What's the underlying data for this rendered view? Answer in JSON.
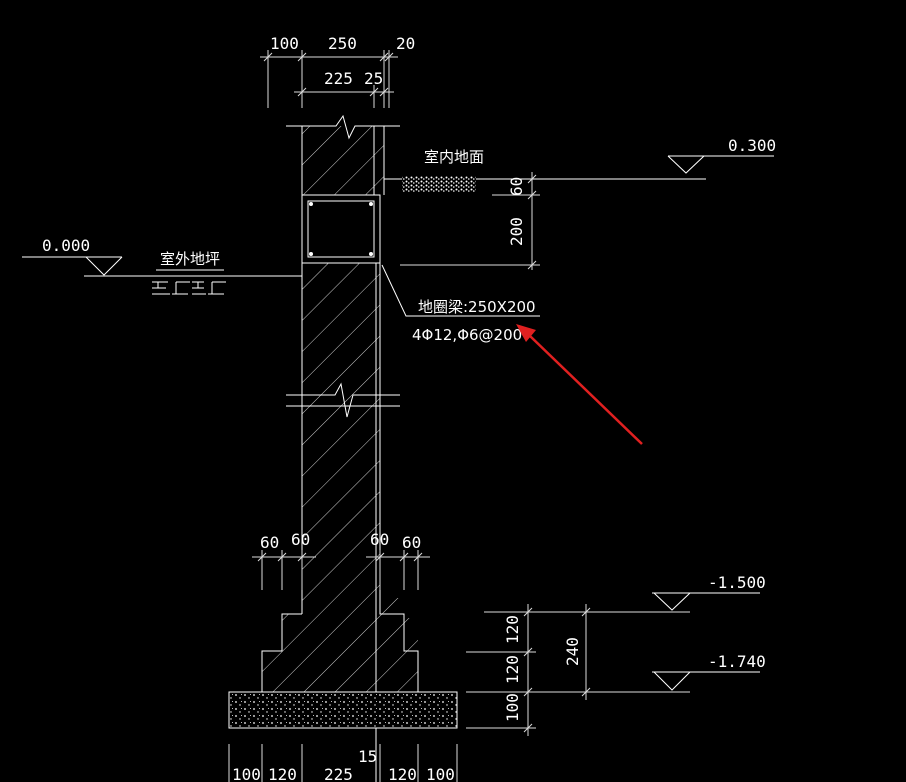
{
  "drawing": {
    "dims_top": [
      "100",
      "250",
      "20",
      "225",
      "25"
    ],
    "labels": {
      "indoor_floor": "室内地面",
      "outdoor_floor": "室外地坪",
      "beam_title": "地圈梁:250X200",
      "beam_rebar": "4Φ12,Φ6@200"
    },
    "elevations": {
      "indoor": "0.300",
      "outdoor": "0.000",
      "footing_top": "-1.500",
      "footing_mid": "-1.740"
    },
    "dims_beam": [
      "60",
      "200"
    ],
    "dims_step": [
      "60",
      "60",
      "60",
      "60"
    ],
    "dims_right": [
      "120",
      "120",
      "100",
      "240"
    ],
    "dims_bottom": [
      "100",
      "120",
      "225",
      "120",
      "100",
      "15"
    ],
    "colors": {
      "background": "#000000",
      "lines": "#ffffff",
      "arrow": "#e02020"
    }
  }
}
